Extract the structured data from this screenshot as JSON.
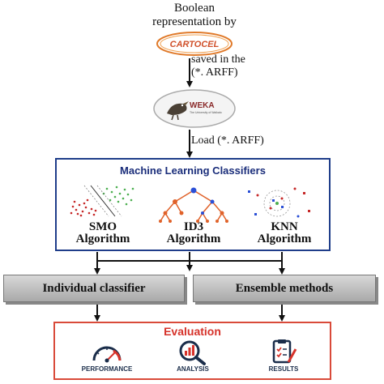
{
  "top": {
    "line1": "Boolean",
    "line2": "representation by",
    "cartocel_text": "CARTOCEL"
  },
  "saved": {
    "line1": "saved in the",
    "line2": "(*. ARFF)"
  },
  "weka": {
    "logo_text": "WEKA",
    "tagline": "The University of Waikato"
  },
  "load_label": "Load (*. ARFF)",
  "ml_box": {
    "title": "Machine Learning Classifiers",
    "algorithms": [
      {
        "name": "SMO",
        "sub": "Algorithm",
        "icon": "svm-scatter-icon"
      },
      {
        "name": "ID3",
        "sub": "Algorithm",
        "icon": "decision-tree-icon"
      },
      {
        "name": "KNN",
        "sub": "Algorithm",
        "icon": "knn-clusters-icon"
      }
    ]
  },
  "individual_label": "Individual classifier",
  "ensemble_label": "Ensemble methods",
  "evaluation": {
    "title": "Evaluation",
    "items": [
      {
        "label": "PERFORMANCE",
        "icon": "speedometer-icon"
      },
      {
        "label": "ANALYSIS",
        "icon": "magnifier-chart-icon"
      },
      {
        "label": "RESULTS",
        "icon": "clipboard-check-icon"
      }
    ]
  },
  "colors": {
    "box_border_blue": "#1f3d8a",
    "eval_border_red": "#d94a3a",
    "eval_title_red": "#d6322a",
    "tree_orange": "#e0622a",
    "tree_blue": "#2a4fd6",
    "smo_red": "#c62828",
    "smo_green": "#4caf50"
  }
}
